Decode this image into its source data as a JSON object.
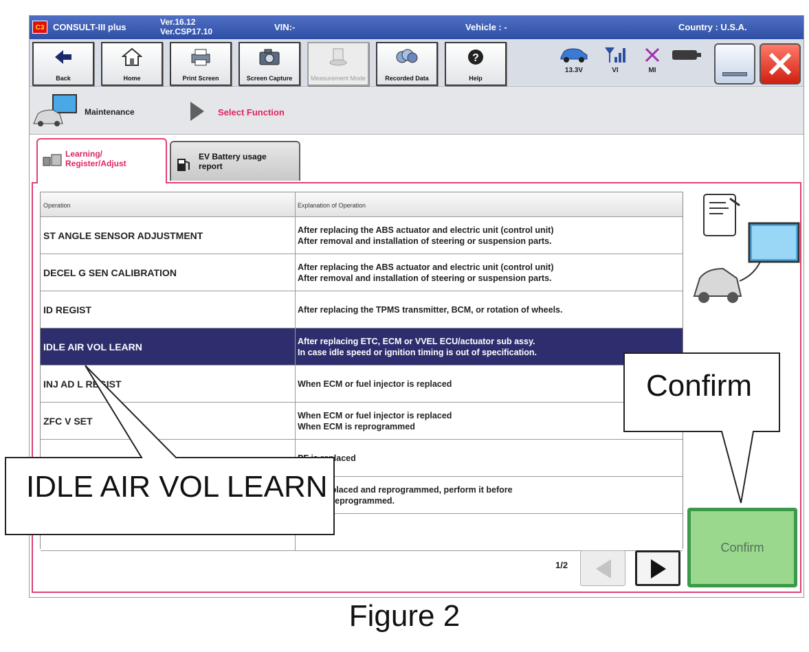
{
  "titlebar": {
    "logo": "C3",
    "app_name": "CONSULT-III plus",
    "version_line1": "Ver.16.12",
    "version_line2": "Ver.CSP17.10",
    "vin": "VIN:-",
    "vehicle": "Vehicle : -",
    "country": "Country : U.S.A."
  },
  "toolbar": {
    "buttons": [
      {
        "label": "Back",
        "icon": "back-arrow-icon"
      },
      {
        "label": "Home",
        "icon": "home-icon"
      },
      {
        "label": "Print Screen",
        "icon": "printer-icon"
      },
      {
        "label": "Screen Capture",
        "icon": "camera-icon"
      },
      {
        "label": "Measurement Mode",
        "icon": "measurement-icon",
        "disabled": true
      },
      {
        "label": "Recorded Data",
        "icon": "recorded-data-icon"
      },
      {
        "label": "Help",
        "icon": "help-icon"
      }
    ],
    "status": [
      {
        "label": "13.3V",
        "icon": "car-battery-icon"
      },
      {
        "label": "VI",
        "icon": "signal-icon"
      },
      {
        "label": "MI",
        "icon": "mi-cross-icon"
      },
      {
        "label": "",
        "icon": "connector-icon"
      }
    ]
  },
  "breadcrumb": {
    "parent": "Maintenance",
    "current": "Select Function"
  },
  "tabs": [
    {
      "label_line1": "Learning/",
      "label_line2": "Register/Adjust",
      "active": true
    },
    {
      "label_line1": "EV Battery usage",
      "label_line2": "report",
      "active": false
    }
  ],
  "table": {
    "col_operation": "Operation",
    "col_explanation": "Explanation of Operation",
    "rows": [
      {
        "op": "ST ANGLE SENSOR ADJUSTMENT",
        "ex1": "After replacing the ABS actuator and electric unit (control unit)",
        "ex2": "After removal and installation of steering or suspension parts."
      },
      {
        "op": "DECEL G SEN CALIBRATION",
        "ex1": "After replacing the ABS actuator and electric unit (control unit)",
        "ex2": "After removal and installation of steering or suspension parts."
      },
      {
        "op": "ID REGIST",
        "ex1": "After replacing the TPMS transmitter, BCM, or rotation of wheels.",
        "ex2": ""
      },
      {
        "op": "IDLE AIR VOL LEARN",
        "ex1": "After replacing ETC, ECM or VVEL ECU/actuator sub assy.",
        "ex2": "In case idle speed or ignition timing is out of specification.",
        "selected": true
      },
      {
        "op": "INJ AD   L REGIST",
        "ex1": "When ECM or fuel injector is replaced",
        "ex2": ""
      },
      {
        "op": "ZFC V        SET",
        "ex1": "When ECM or fuel injector is replaced",
        "ex2": "When ECM is reprogrammed"
      },
      {
        "op": "",
        "ex1": "        PF is replaced",
        "ex2": ""
      },
      {
        "op": "",
        "ex1": "      CM is replaced and reprogrammed, perform it before",
        "ex2": "      ment or reprogrammed."
      },
      {
        "op": "",
        "ex1": "",
        "ex2": ""
      }
    ]
  },
  "pager": {
    "page": "1/2"
  },
  "confirm_label": "Confirm",
  "callouts": {
    "confirm": "Confirm",
    "idle": "IDLE AIR VOL LEARN"
  },
  "caption": "Figure 2",
  "colors": {
    "titlebar": "#3a5ab4",
    "selected_row": "#2e2e6e",
    "accent_red": "#e0245e",
    "confirm_green": "#9ad88e"
  }
}
